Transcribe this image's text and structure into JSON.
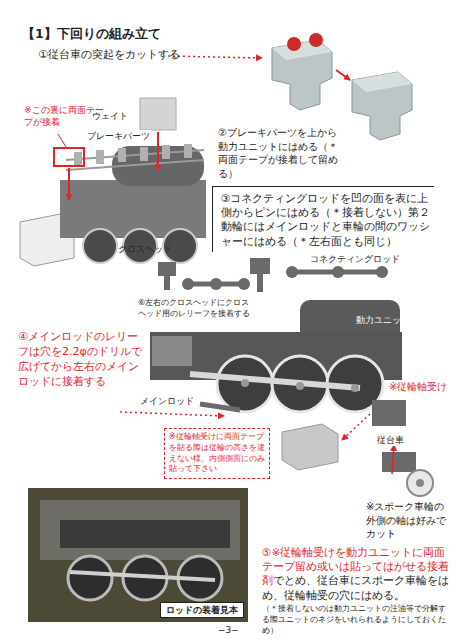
{
  "diagram": {
    "title": "【1】下回りの組み立て",
    "nodes": [
      {
        "text": [
          "③コネクティングロッドを凹の面を表に上側からピンにはめる（＊接着しない）第２動輪にはメインロッドと車輪の間のワッシャーにはめる（＊左右面とも同じ）"
        ]
      },
      {
        "text": [
          "※従輪軸受けに両面テープを貼る際は従輪の高さを違えない様、内側側面にのみ貼って下さい"
        ]
      },
      {
        "text": [
          "ロッドの装着見本"
        ]
      }
    ],
    "labels": [
      "①従台車の突起をカットする",
      "※この裏に両面テープが接着",
      "ウェイト",
      "ブレーキパーツ",
      "②ブレーキパーツを上から動力ユニットにはめる（＊両面テープが接着して留める）",
      "クロスヘッド",
      "コネクティングロッド",
      "⑥左右のクロスヘッドにクロスヘッド用のレリーフを接着する",
      "動力ユニット",
      "④メインロッドのレリーフは穴を2.2φのドリルで広げてから左右のメインロッドに接着する",
      "メインロッド",
      "※従輪軸受け",
      "従台車",
      "⑤※従輪軸受けを動力ユニットに両面テープ留め或いは貼ってはがせる接着剤",
      "でとめ、従台車にスポーク車輪をはめ、従輪軸受の穴にはめる。",
      "（＊接着しないのは動力ユニットの注油等で分解する際ユニットのネジをいれられるようにしておくため）",
      "※スポーク車輪の外側の軸は好みでカット",
      "−3−"
    ]
  }
}
